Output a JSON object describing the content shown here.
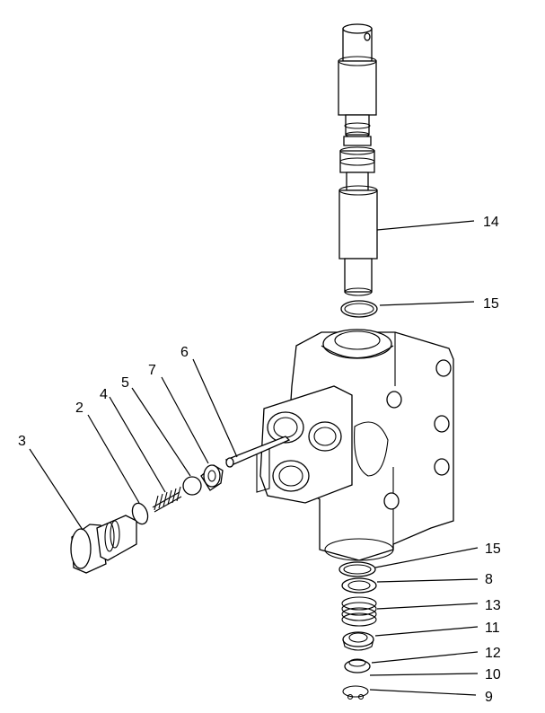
{
  "diagram": {
    "type": "exploded-parts-view",
    "callouts": [
      {
        "id": "callout-1",
        "label": "14"
      },
      {
        "id": "callout-2",
        "label": "15"
      },
      {
        "id": "callout-3",
        "label": "6"
      },
      {
        "id": "callout-4",
        "label": "7"
      },
      {
        "id": "callout-5",
        "label": "5"
      },
      {
        "id": "callout-6",
        "label": "4"
      },
      {
        "id": "callout-7",
        "label": "2"
      },
      {
        "id": "callout-8",
        "label": "3"
      },
      {
        "id": "callout-9",
        "label": "15"
      },
      {
        "id": "callout-10",
        "label": "8"
      },
      {
        "id": "callout-11",
        "label": "13"
      },
      {
        "id": "callout-12",
        "label": "11"
      },
      {
        "id": "callout-13",
        "label": "12"
      },
      {
        "id": "callout-14",
        "label": "10"
      },
      {
        "id": "callout-15",
        "label": "9"
      }
    ]
  }
}
